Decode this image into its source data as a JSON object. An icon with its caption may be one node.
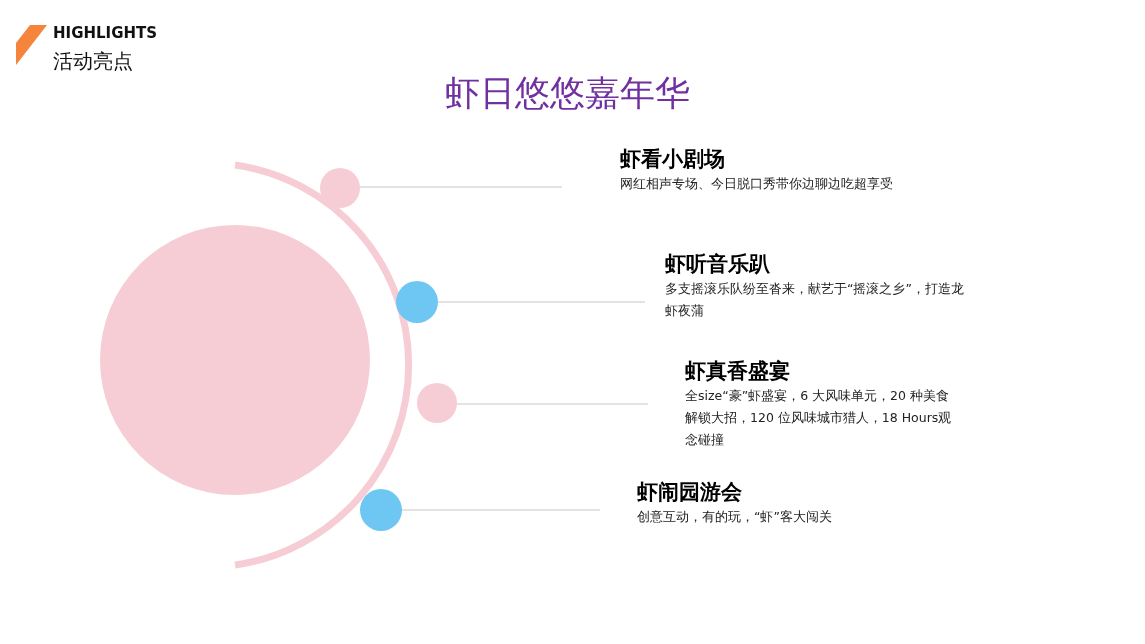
{
  "diagram": {
    "title": "虾日悠悠嘉年华",
    "nodes": [
      {
        "text": [],
        "shape": "circle"
      },
      {
        "text": [],
        "shape": "circle"
      },
      {
        "text": [],
        "shape": "circle"
      },
      {
        "text": [],
        "shape": "circle"
      },
      {
        "text": [],
        "shape": "circle"
      },
      {
        "text": [
          "虾看小剧场",
          "网红相声专场、今日脱口秀带你边聊边吃超享受"
        ]
      },
      {
        "text": [
          "虾听音乐趴",
          "多支摇滚乐队纷至沓来，献艺于“摇滚之乡”，打造龙虾夜蒲"
        ]
      },
      {
        "text": [
          "虾真香盛宴",
          "全size“豪”虾盛宴，6 大风味单元，20 种美食解锁大招，120 位风味城市猎人，18 Hours观念碰撞"
        ]
      },
      {
        "text": [
          "虾闹园游会",
          "创意互动，有的玩，“虾”客大闯关"
        ]
      }
    ],
    "edges": [
      {
        "from": 1,
        "to": 5,
        "arrow": "none"
      },
      {
        "from": 2,
        "to": 6,
        "arrow": "none"
      },
      {
        "from": 3,
        "to": 7,
        "arrow": "none"
      },
      {
        "from": 4,
        "to": 8,
        "arrow": "none"
      }
    ],
    "labels": [
      "HIGHLIGHTS",
      "活动亮点"
    ]
  }
}
